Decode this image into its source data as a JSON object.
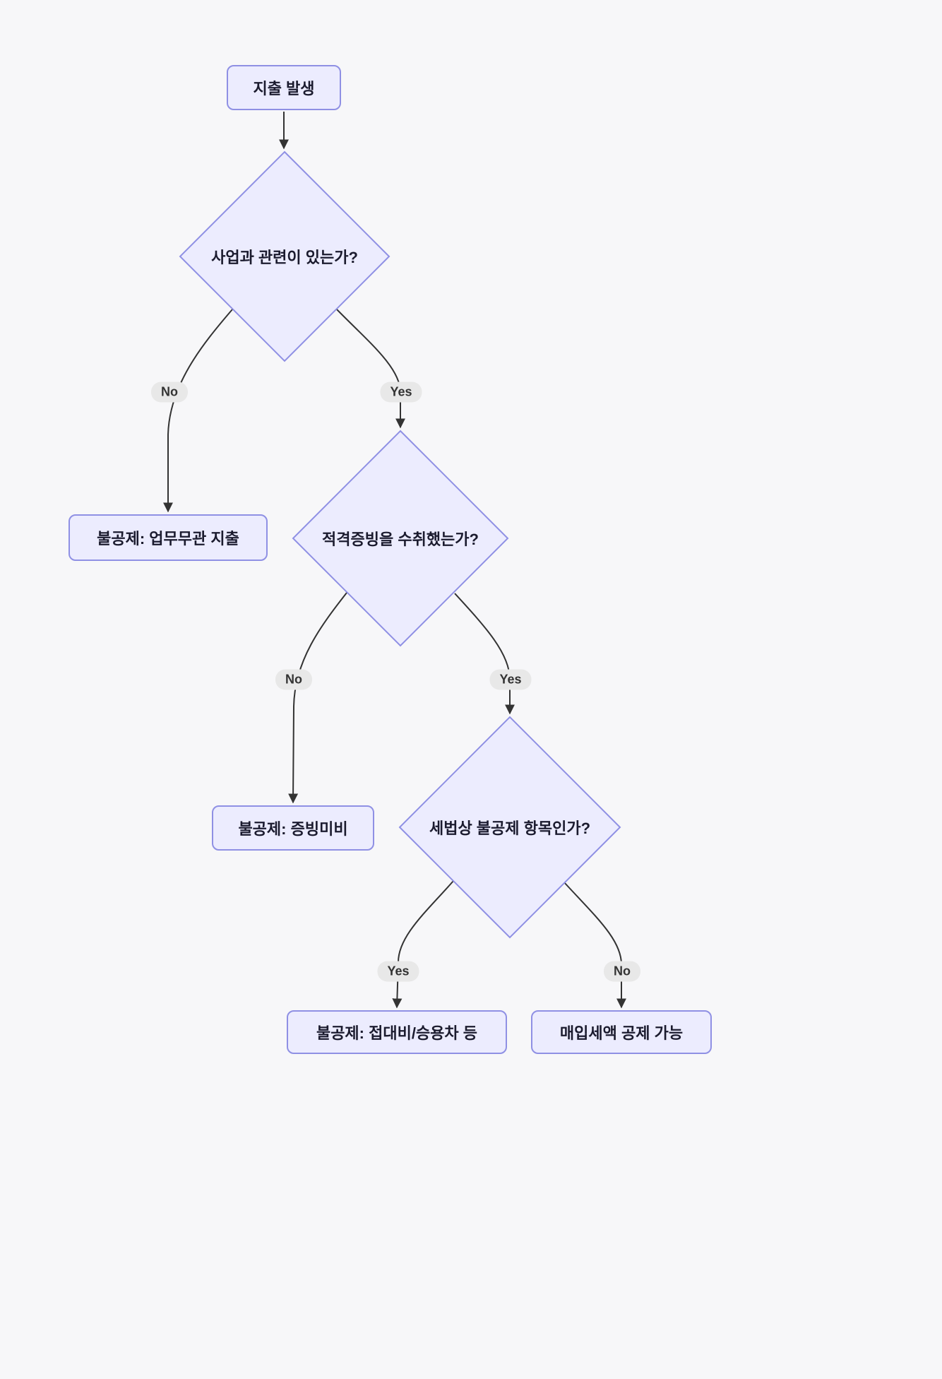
{
  "diagram": {
    "type": "flowchart",
    "background_color": "#f7f7f9",
    "node_fill_color": "#ececfe",
    "node_border_color": "#8f90e4",
    "edge_color": "#333333",
    "edge_label_bg_color": "#e8e8e8",
    "nodes": {
      "start": {
        "label": "지출 발생",
        "shape": "rounded-rect"
      },
      "q_business": {
        "label": "사업과 관련이 있는가?",
        "shape": "diamond"
      },
      "q_evidence": {
        "label": "적격증빙을 수취했는가?",
        "shape": "diamond"
      },
      "q_taxlaw": {
        "label": "세법상 불공제 항목인가?",
        "shape": "diamond"
      },
      "r_nonbusiness": {
        "label": "불공제: 업무무관 지출",
        "shape": "rounded-rect"
      },
      "r_noevidence": {
        "label": "불공제: 증빙미비",
        "shape": "rounded-rect"
      },
      "r_entertainment": {
        "label": "불공제: 접대비/승용차 등",
        "shape": "rounded-rect"
      },
      "r_deductible": {
        "label": "매입세액 공제 가능",
        "shape": "rounded-rect"
      }
    },
    "edges": {
      "start_to_q_business": {
        "label": ""
      },
      "q_business_no": {
        "label": "No"
      },
      "q_business_yes": {
        "label": "Yes"
      },
      "q_evidence_no": {
        "label": "No"
      },
      "q_evidence_yes": {
        "label": "Yes"
      },
      "q_taxlaw_yes": {
        "label": "Yes"
      },
      "q_taxlaw_no": {
        "label": "No"
      }
    }
  }
}
